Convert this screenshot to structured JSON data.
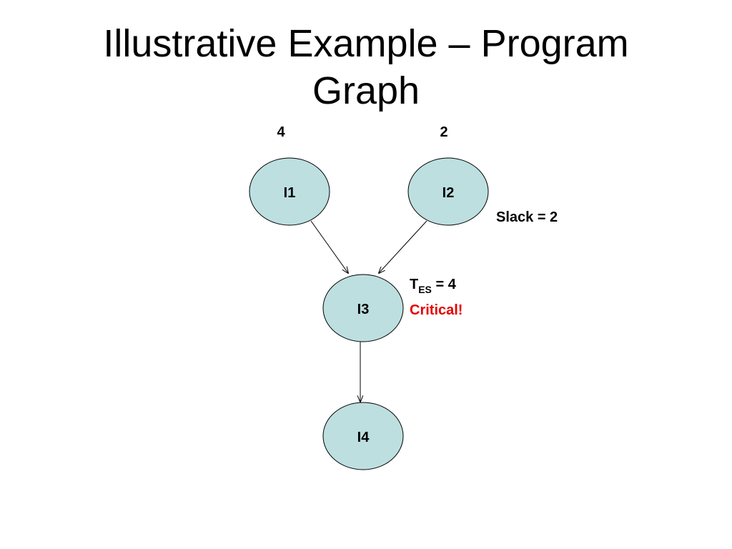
{
  "title": {
    "line1": "Illustrative Example – Program",
    "line2": "Graph"
  },
  "nodes": {
    "i1": {
      "label": "I1",
      "weight": "4"
    },
    "i2": {
      "label": "I2",
      "weight": "2"
    },
    "i3": {
      "label": "I3"
    },
    "i4": {
      "label": "I4"
    }
  },
  "annotations": {
    "slack": "Slack = 2",
    "tes_main": "T",
    "tes_sub": "ES",
    "tes_value": " = 4",
    "critical": "Critical!"
  },
  "colors": {
    "node_fill": "#bddfe0",
    "critical": "#e60000"
  }
}
